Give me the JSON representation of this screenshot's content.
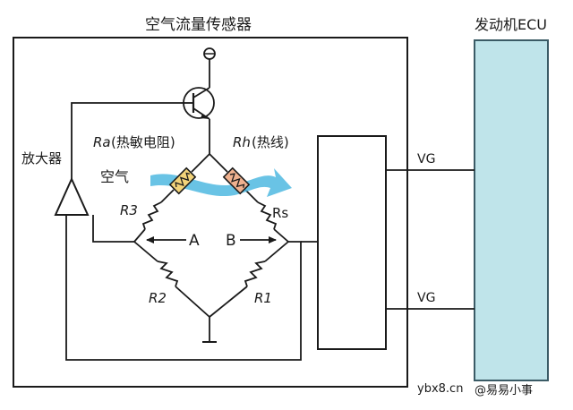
{
  "diagram": {
    "sensor_title": "空气流量传感器",
    "ecu_title": "发动机ECU",
    "amplifier_label": "放大器",
    "air_label": "空气",
    "ra_label_italic": "Ra",
    "ra_label_rest": "(热敏电阻)",
    "rh_label_italic": "Rh",
    "rh_label_rest": "(热线)",
    "r3_label": "R3",
    "rs_label": "Rs",
    "r2_label": "R2",
    "r1_label": "R1",
    "node_a_label": "A",
    "node_b_label": "B",
    "vg_top_label": "VG",
    "vg_bottom_label": "VG"
  },
  "watermark": {
    "left": "ybx8.cn",
    "right": "@易易小事"
  },
  "colors": {
    "ecu_fill": "#bfe4ea",
    "resistor_fill": "#f2d37a",
    "hot_resistor_fill": "#efb18f",
    "air_arrow": "#4fb8e0",
    "line": "#1a1a1a"
  }
}
